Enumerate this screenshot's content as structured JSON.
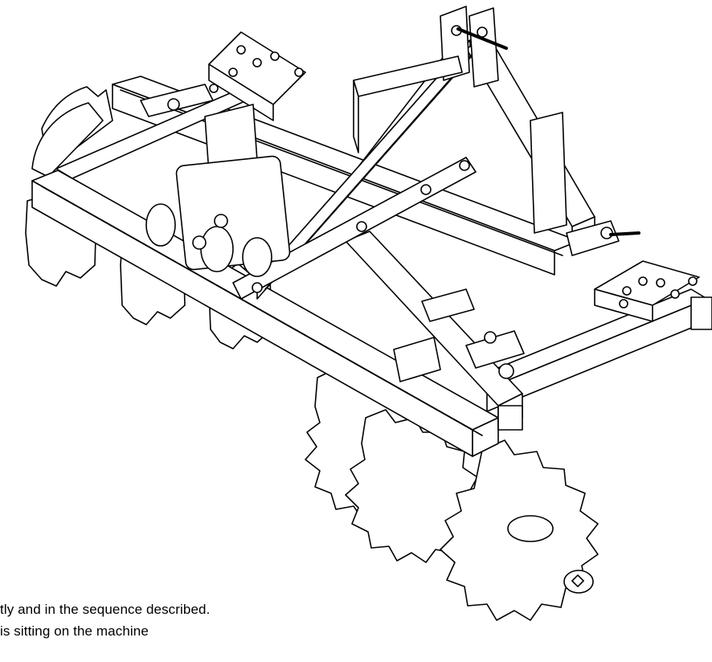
{
  "text": {
    "line_1": "tly and in the sequence described.",
    "line_2": "is sitting on the machine"
  },
  "illustration": {
    "subject": "disc-harrow-assembly-illustration",
    "line_color": "#000000",
    "fill_color": "#ffffff"
  }
}
